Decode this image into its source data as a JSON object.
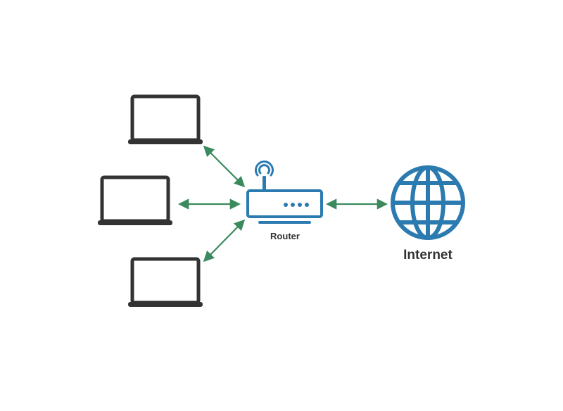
{
  "nodes": {
    "router": {
      "label": "Router",
      "led_count": 4
    },
    "internet": {
      "label": "Internet"
    },
    "laptops": [
      {
        "id": "laptop-1"
      },
      {
        "id": "laptop-2"
      },
      {
        "id": "laptop-3"
      }
    ]
  },
  "colors": {
    "laptop": "#333333",
    "router": "#2c7bb0",
    "globe": "#2c7bb0",
    "arrow": "#3a8a5e",
    "label": "#333333"
  },
  "edges": [
    {
      "from": "laptop-1",
      "to": "router",
      "direction": "both"
    },
    {
      "from": "laptop-2",
      "to": "router",
      "direction": "both"
    },
    {
      "from": "laptop-3",
      "to": "router",
      "direction": "both"
    },
    {
      "from": "router",
      "to": "internet",
      "direction": "both"
    }
  ]
}
